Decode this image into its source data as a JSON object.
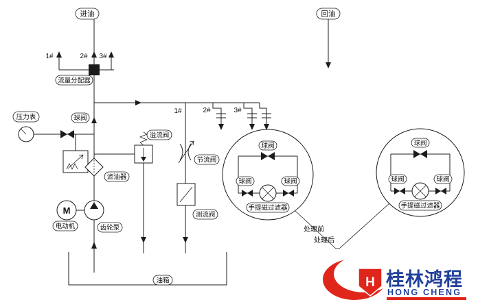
{
  "diagram": {
    "labels": {
      "inlet": "进油",
      "oil_return": "回油",
      "flow_distributor": "流量分配器",
      "pressure_gauge": "压力表",
      "ball_valve": "球阀",
      "relief_valve": "溢流阀",
      "oil_filter": "滤油器",
      "throttle_valve": "节流阀",
      "flow_meter_valve": "测流阀",
      "motor": "电动机",
      "gear_pump": "齿轮泵",
      "oil_tank": "油箱",
      "magnetic_filter": "手提磁过滤器",
      "before_treatment": "处理前",
      "after_treatment": "处理后"
    },
    "ports_top": [
      "1#",
      "2#",
      "3#"
    ],
    "ports_mid": [
      "1#",
      "2#",
      "3#"
    ],
    "motor_letter": "M"
  },
  "logo": {
    "company_cn": "桂林鸿程",
    "company_en": "HONG CHENG",
    "emblem_letter": "H",
    "red": "#e0251b",
    "blue": "#21409a"
  },
  "colors": {
    "line": "#1c1c1c",
    "background": "#ffffff"
  }
}
